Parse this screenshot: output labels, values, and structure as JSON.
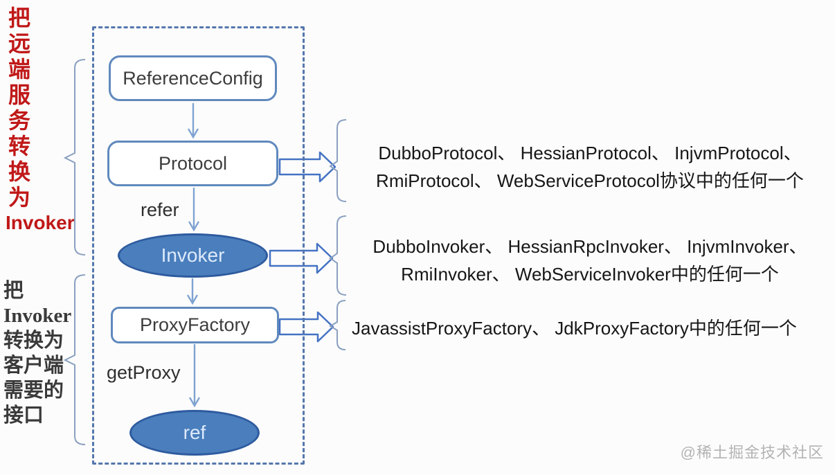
{
  "left_red_note": {
    "vertical_text": "把远端服务转换为",
    "highlight": "Invoker"
  },
  "left_black_note": {
    "lines": [
      "把",
      "Invoker",
      "转换为",
      "客户端",
      "需要的",
      "接口"
    ]
  },
  "flow": {
    "nodes": [
      {
        "id": "reference-config",
        "label": "ReferenceConfig",
        "shape": "rounded-rect"
      },
      {
        "id": "protocol",
        "label": "Protocol",
        "shape": "rounded-rect"
      },
      {
        "id": "invoker",
        "label": "Invoker",
        "shape": "ellipse"
      },
      {
        "id": "proxy-factory",
        "label": "ProxyFactory",
        "shape": "rounded-rect"
      },
      {
        "id": "ref",
        "label": "ref",
        "shape": "ellipse"
      }
    ],
    "edge_labels": {
      "refer": "refer",
      "get_proxy": "getProxy"
    }
  },
  "right_annotations": [
    {
      "line1": "DubboProtocol、 HessianProtocol、 InjvmProtocol、",
      "line2": "RmiProtocol、 WebServiceProtocol协议中的任何一个"
    },
    {
      "line1": "DubboInvoker、 HessianRpcInvoker、 InjvmInvoker、",
      "line2": "RmiInvoker、 WebServiceInvoker中的任何一个"
    },
    {
      "line1": "JavassistProxyFactory、 JdkProxyFactory中的任何一个"
    }
  ],
  "watermark": "@稀土掘金技术社区",
  "colors": {
    "accent_blue": "#4472c4",
    "node_fill": "#4a7ebc",
    "node_stroke": "#2e5b9f",
    "dashed_border": "#5577ad",
    "connector": "#7fa3d1",
    "red_note": "#c01818"
  }
}
